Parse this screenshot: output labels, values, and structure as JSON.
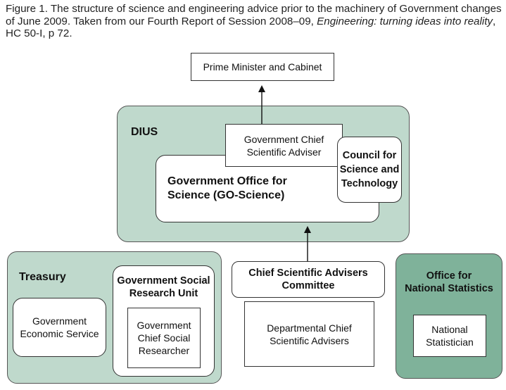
{
  "caption": {
    "prefix": "Figure 1. The structure of science and engineering advice prior to the machinery of Government changes of June 2009. Taken from our Fourth Report of Session 2008–09, ",
    "italic": "Engineering: turning ideas into reality",
    "suffix": ", HC 50-I, p 72."
  },
  "nodes": {
    "pm": "Prime Minister and Cabinet",
    "dius": "DIUS",
    "gcsa_line1": "Government Chief",
    "gcsa_line2": "Scientific Adviser",
    "goscience_line1": "Government Office for",
    "goscience_line2": "Science (GO-Science)",
    "cst_line1": "Council for",
    "cst_line2": "Science and",
    "cst_line3": "Technology",
    "treasury": "Treasury",
    "ges_line1": "Government",
    "ges_line2": "Economic Service",
    "gsru_line1": "Government Social",
    "gsru_line2": "Research Unit",
    "gcsr_line1": "Government",
    "gcsr_line2": "Chief Social",
    "gcsr_line3": "Researcher",
    "csac_line1": "Chief Scientific Advisers",
    "csac_line2": "Committee",
    "dcsa_line1": "Departmental Chief",
    "dcsa_line2": "Scientific Advisers",
    "ons_line1": "Office for",
    "ons_line2": "National Statistics",
    "ns_line1": "National",
    "ns_line2": "Statistician"
  },
  "colors": {
    "light_green": "#bfd9cc",
    "dark_green": "#7fb29a"
  }
}
